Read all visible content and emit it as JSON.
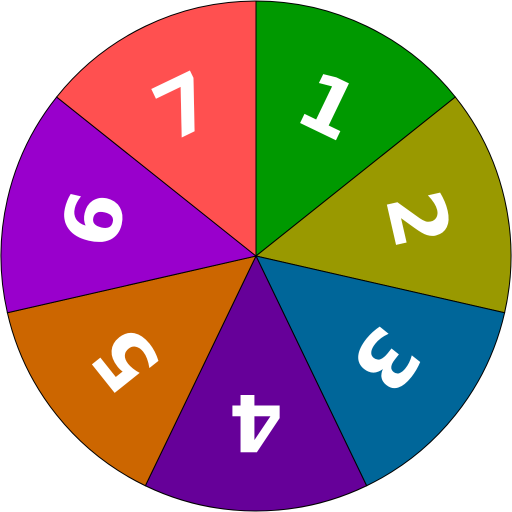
{
  "wheel": {
    "segments": [
      {
        "label": "1",
        "color": "#009900"
      },
      {
        "label": "2",
        "color": "#999900"
      },
      {
        "label": "3",
        "color": "#006699"
      },
      {
        "label": "4",
        "color": "#660099"
      },
      {
        "label": "5",
        "color": "#cc6600"
      },
      {
        "label": "6",
        "color": "#9900cc"
      },
      {
        "label": "7",
        "color": "#ff5050"
      }
    ]
  }
}
